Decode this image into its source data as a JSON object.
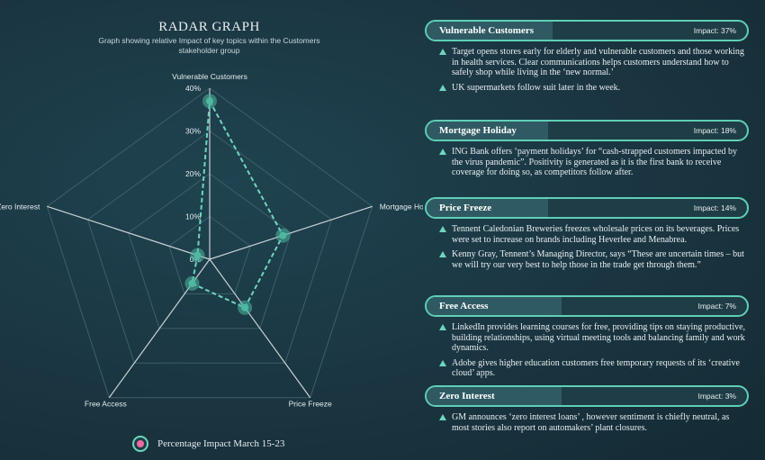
{
  "chart_data": {
    "type": "radar",
    "title": "RADAR GRAPH",
    "subtitle": "Graph showing relative Impact of key topics within the Customers stakeholder group",
    "categories": [
      "Vulnerable Customers",
      "Mortgage Holiday",
      "Price Freeze",
      "Free Access",
      "Zero Interest"
    ],
    "series": [
      {
        "name": "Percentage Impact March 15-23",
        "values": [
          37,
          18,
          14,
          7,
          3
        ]
      }
    ],
    "ticks": [
      "0%",
      "10%",
      "20%",
      "30%",
      "40%"
    ],
    "rlim": [
      0,
      40
    ],
    "legend_position": "bottom",
    "colors": {
      "line": "#6fd6bd",
      "marker": "#4fb8a0",
      "legend_inner": "#f06aa0",
      "grid": "#3e5f6a",
      "spoke": "#c9d2d5"
    }
  },
  "legend": {
    "label": "Percentage Impact March 15-23"
  },
  "topics": [
    {
      "name": "Vulnerable Customers",
      "impact": "Impact: 37%",
      "bullets": [
        "Target opens stores early for elderly and vulnerable customers and those working in health services. Clear communications helps customers understand how to safely shop while living in the ‘new normal.’",
        "UK supermarkets follow suit later in the  week."
      ]
    },
    {
      "name": "Mortgage Holiday",
      "impact": "Impact: 18%",
      "bullets": [
        "ING Bank offers ‘payment holidays’ for “cash-strapped customers impacted by the virus pandemic”. Positivity is generated as it is the first bank to receive coverage for doing so, as competitors follow after."
      ]
    },
    {
      "name": "Price Freeze",
      "impact": "Impact: 14%",
      "bullets": [
        "Tennent Caledonian Breweries freezes wholesale prices on its beverages. Prices were set to increase on brands including Heverlee and Menabrea.",
        "Kenny Gray, Tennent’s Managing Director, says “These are uncertain times – but we will try our very best to help those in the trade get through them.”"
      ]
    },
    {
      "name": "Free Access",
      "impact": "Impact: 7%",
      "bullets": [
        "LinkedIn provides learning courses for free, providing tips on staying productive, building relationships, using virtual meeting tools and balancing family and work dynamics.",
        "Adobe gives higher education customers free temporary requests of its ‘creative cloud’ apps."
      ]
    },
    {
      "name": "Zero Interest",
      "impact": "Impact: 3%",
      "bullets": [
        "GM announces ‘zero interest loans’ , however sentiment is chiefly neutral, as most stories also report on automakers’ plant closures."
      ]
    }
  ]
}
